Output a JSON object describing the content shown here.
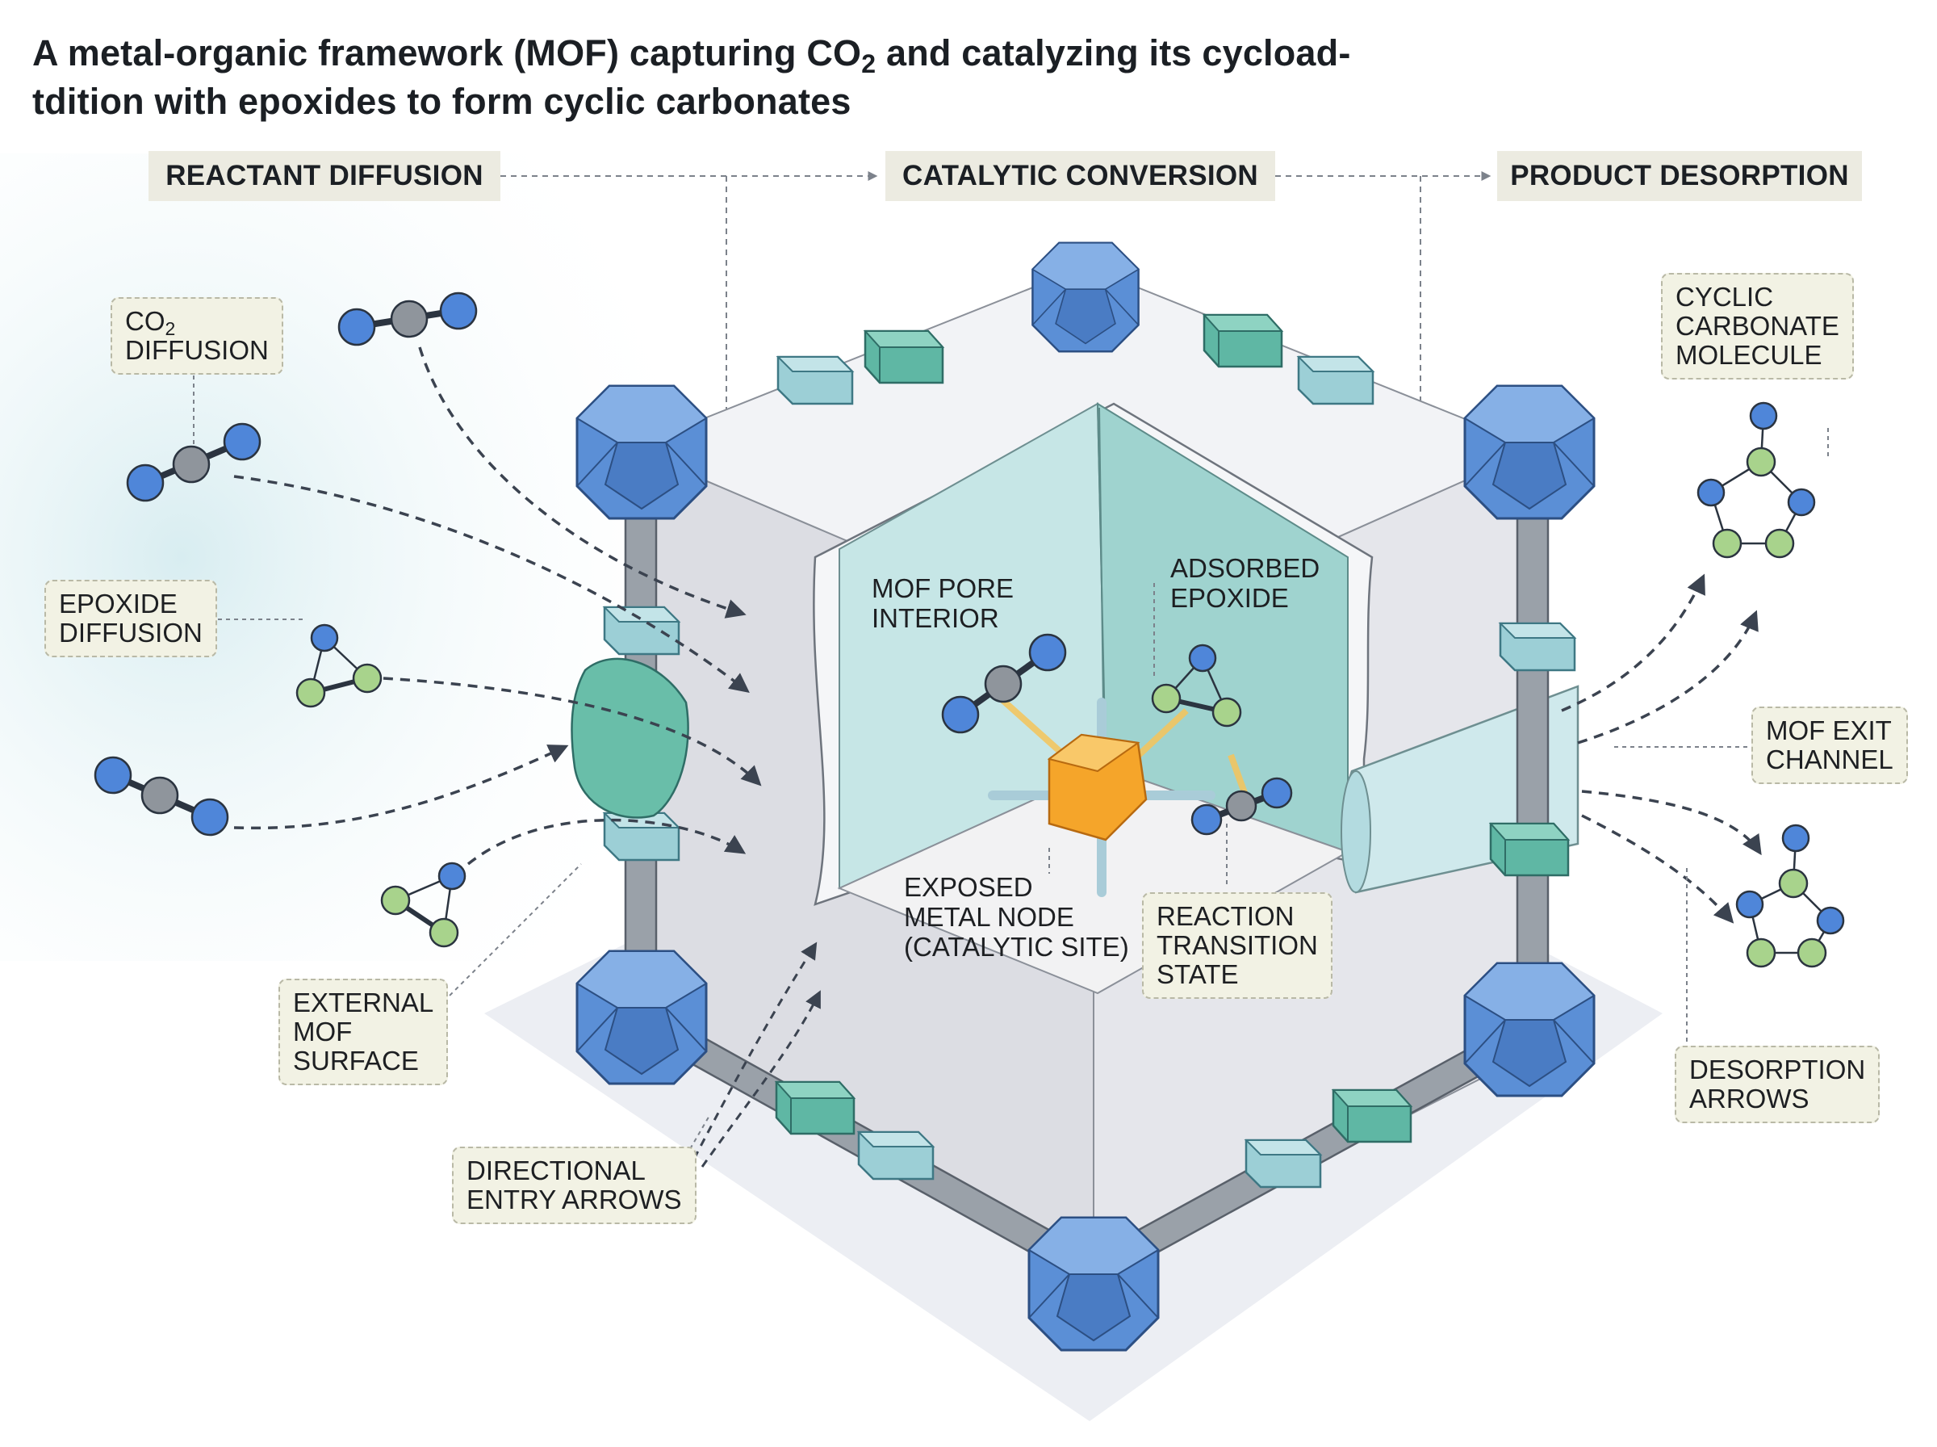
{
  "title": {
    "part1": "A metal-organic framework (MOF) capturing CO",
    "sub": "2",
    "part2": " and catalyzing its cycload-",
    "line2": "tdition with epoxides to form cyclic carbonates"
  },
  "stages": {
    "reactant": "REACTANT DIFFUSION",
    "catalytic": "CATALYTIC CONVERSION",
    "product": "PRODUCT DESORPTION"
  },
  "labels": {
    "co2_diffusion": {
      "main": "CO",
      "sub": "2",
      "line2": "DIFFUSION"
    },
    "epoxide_diffusion": {
      "line1": "EPOXIDE",
      "line2": "DIFFUSION"
    },
    "external_surface": {
      "line1": "EXTERNAL",
      "line2": "MOF",
      "line3": "SURFACE"
    },
    "entry_arrows": {
      "line1": "DIRECTIONAL",
      "line2": "ENTRY ARROWS"
    },
    "pore_interior": {
      "line1": "MOF PORE",
      "line2": "INTERIOR"
    },
    "adsorbed_epoxide": {
      "line1": "ADSORBED",
      "line2": "EPOXIDE"
    },
    "metal_node": {
      "line1": "EXPOSED",
      "line2": "METAL NODE",
      "line3": "(CATALYTIC SITE)"
    },
    "transition_state": {
      "line1": "REACTION",
      "line2": "TRANSITION",
      "line3": "STATE"
    },
    "cyclic_carbonate": {
      "line1": "CYCLIC",
      "line2": "CARBONATE",
      "line3": "MOLECULE"
    },
    "exit_channel": {
      "line1": "MOF EXIT",
      "line2": "CHANNEL"
    },
    "desorption_arrows": {
      "line1": "DESORPTION",
      "line2": "ARROWS"
    }
  },
  "colors": {
    "node_blue": "#5b8fd6",
    "linker_teal": "#5fb7a4",
    "linker_light": "#9ccfd6",
    "strut_gray": "#9aa1a9",
    "catalyst_orange": "#f5a52a",
    "atom_blue": "#4f86d9",
    "atom_gray": "#8f959c",
    "atom_green": "#a8d38c",
    "pore_teal": "#cfe8e7",
    "wall_gray": "#dcdde3",
    "arrow": "#3b4350"
  }
}
